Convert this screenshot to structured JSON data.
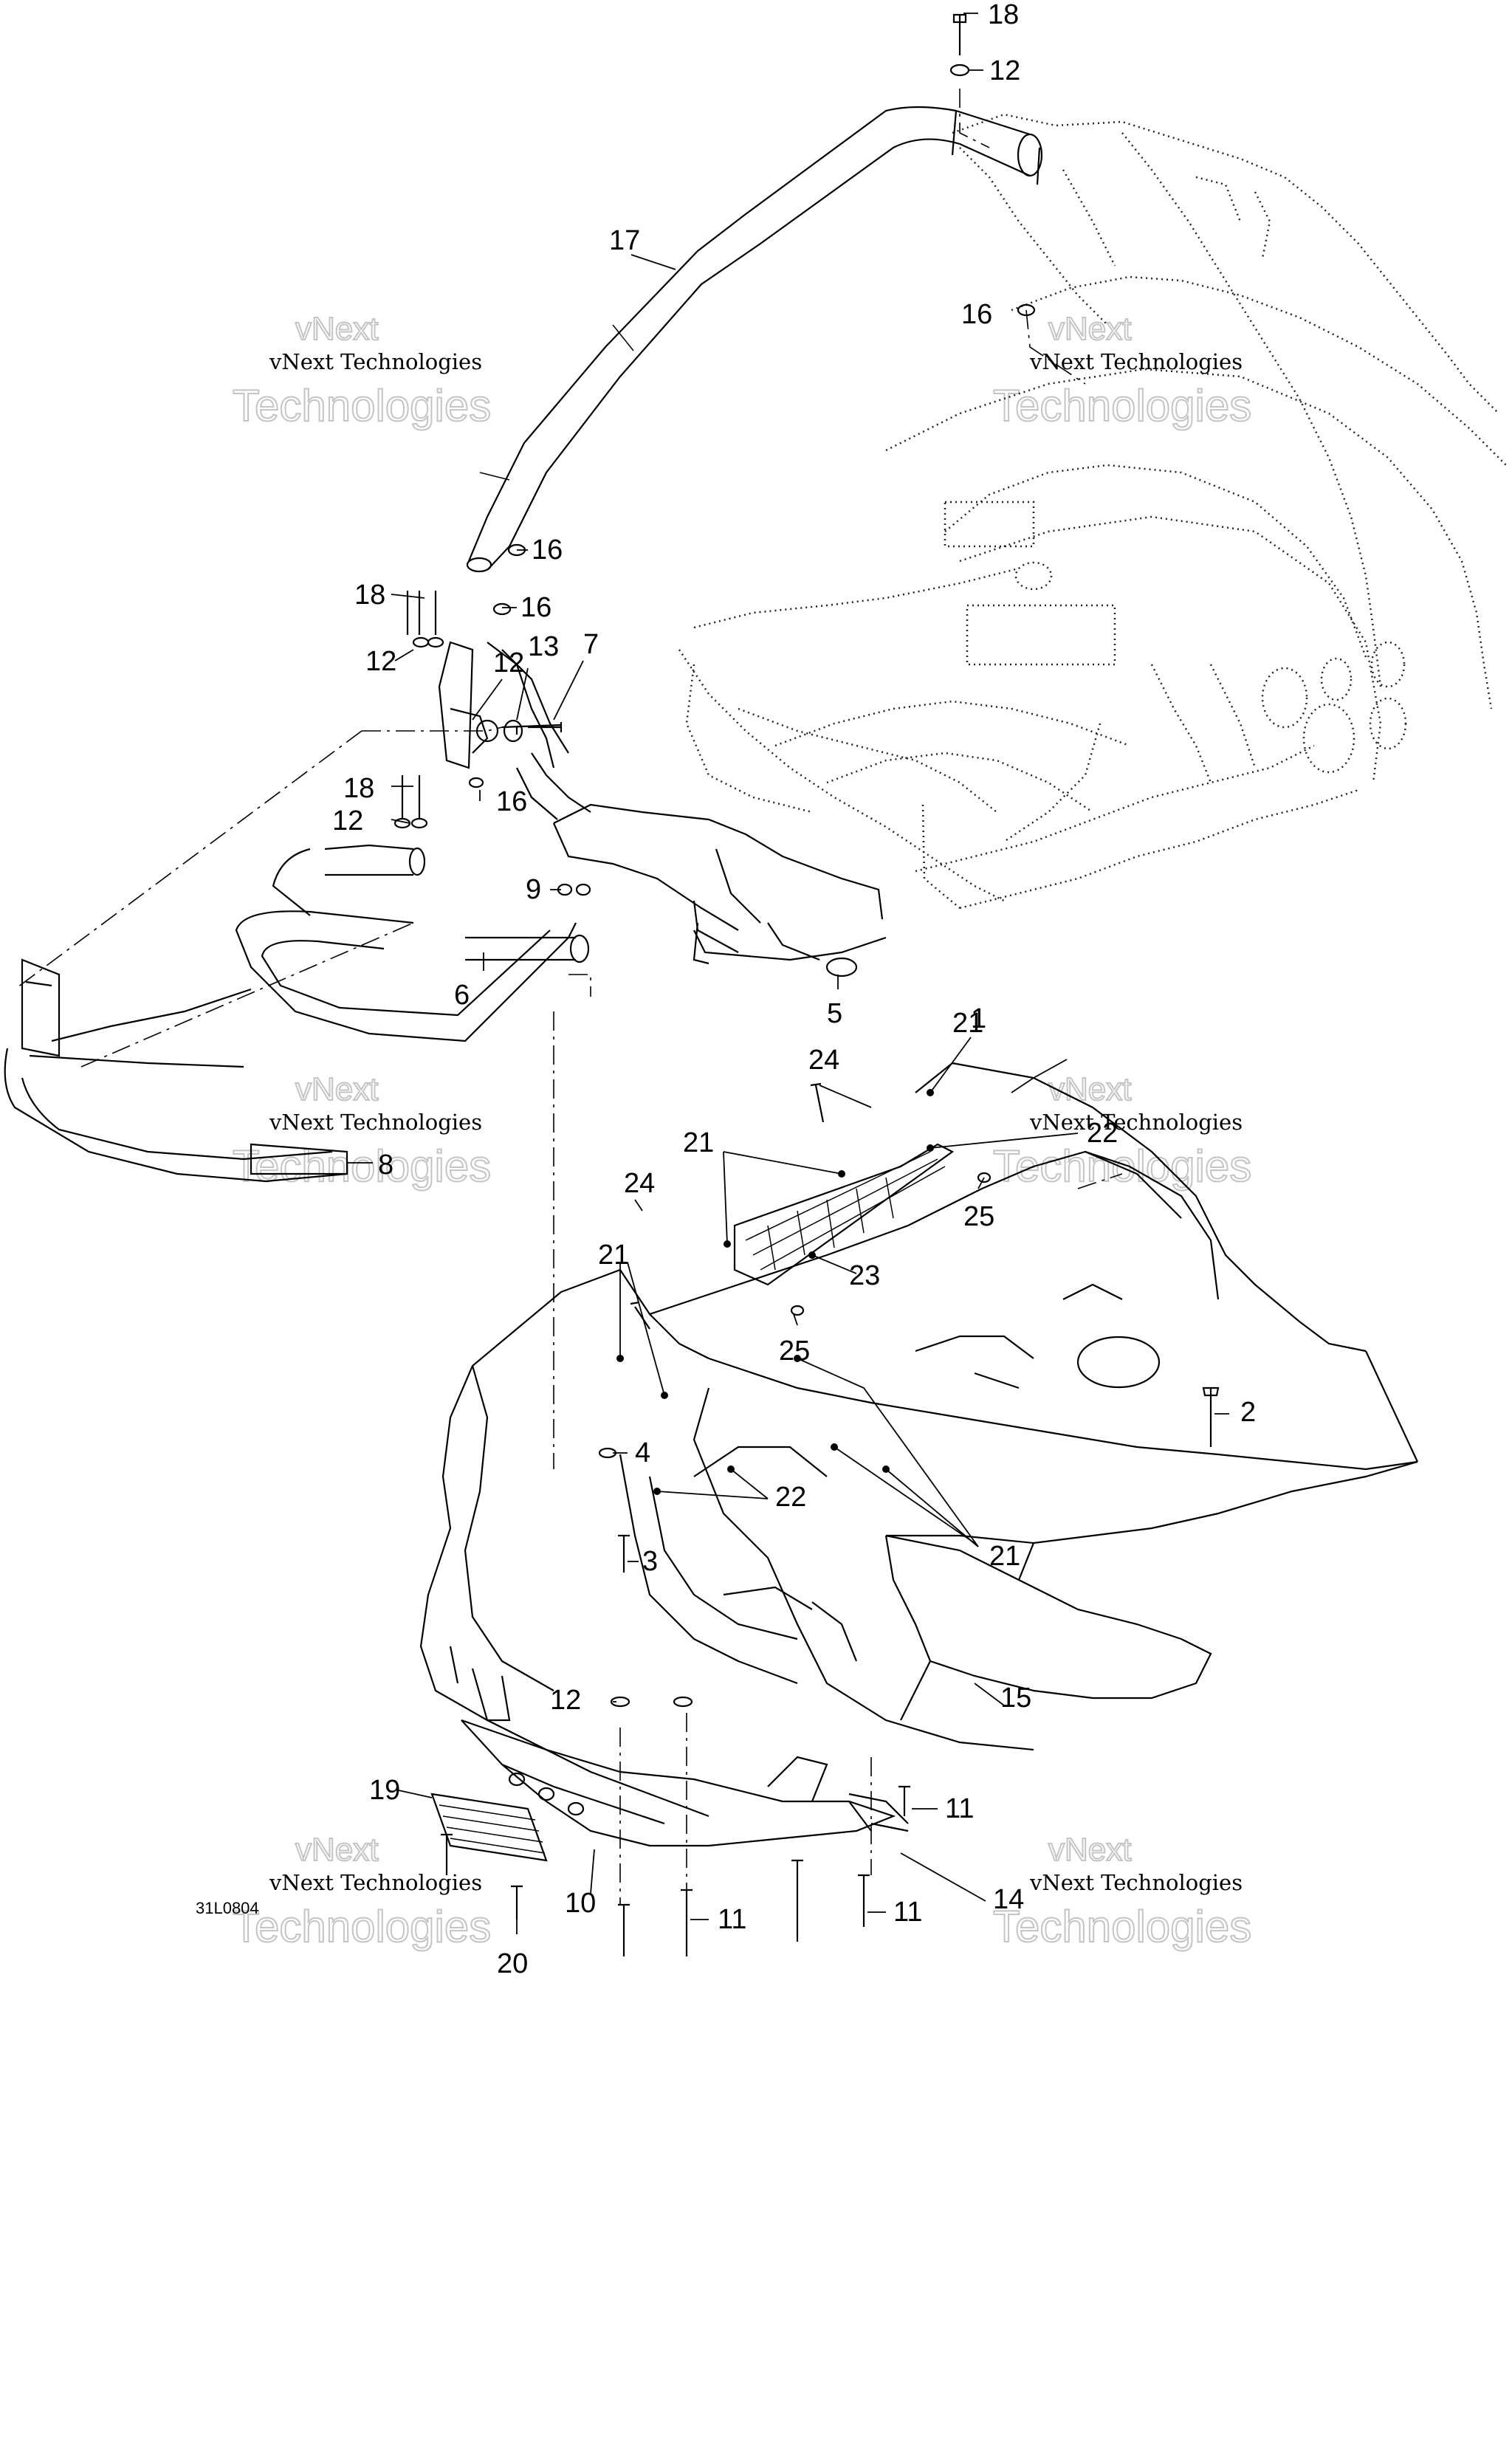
{
  "diagram": {
    "drawing_code": "31L0804",
    "watermark_small": "vNext Technologies",
    "watermark_big": "Technologies",
    "watermark_big_prefix": "vNext",
    "callouts": [
      {
        "id": "c18a",
        "label": "18"
      },
      {
        "id": "c12a",
        "label": "12"
      },
      {
        "id": "c17",
        "label": "17"
      },
      {
        "id": "c16a",
        "label": "16"
      },
      {
        "id": "c16b",
        "label": "16"
      },
      {
        "id": "c18b",
        "label": "18"
      },
      {
        "id": "c16c",
        "label": "16"
      },
      {
        "id": "c12b",
        "label": "12"
      },
      {
        "id": "c12c",
        "label": "12"
      },
      {
        "id": "c13",
        "label": "13"
      },
      {
        "id": "c7",
        "label": "7"
      },
      {
        "id": "c18c",
        "label": "18"
      },
      {
        "id": "c16d",
        "label": "16"
      },
      {
        "id": "c12d",
        "label": "12"
      },
      {
        "id": "c9",
        "label": "9"
      },
      {
        "id": "c6",
        "label": "6"
      },
      {
        "id": "c5",
        "label": "5"
      },
      {
        "id": "c8",
        "label": "8"
      },
      {
        "id": "c24a",
        "label": "24"
      },
      {
        "id": "c21a",
        "label": "21"
      },
      {
        "id": "c1",
        "label": "1"
      },
      {
        "id": "c22a",
        "label": "22"
      },
      {
        "id": "c21b",
        "label": "21"
      },
      {
        "id": "c25a",
        "label": "25"
      },
      {
        "id": "c24b",
        "label": "24"
      },
      {
        "id": "c23",
        "label": "23"
      },
      {
        "id": "c21c",
        "label": "21"
      },
      {
        "id": "c25b",
        "label": "25"
      },
      {
        "id": "c2",
        "label": "2"
      },
      {
        "id": "c4",
        "label": "4"
      },
      {
        "id": "c22b",
        "label": "22"
      },
      {
        "id": "c3",
        "label": "3"
      },
      {
        "id": "c21d",
        "label": "21"
      },
      {
        "id": "c15",
        "label": "15"
      },
      {
        "id": "c12e",
        "label": "12"
      },
      {
        "id": "c19",
        "label": "19"
      },
      {
        "id": "c11a",
        "label": "11"
      },
      {
        "id": "c14",
        "label": "14"
      },
      {
        "id": "c10",
        "label": "10"
      },
      {
        "id": "c11b",
        "label": "11"
      },
      {
        "id": "c11c",
        "label": "11"
      },
      {
        "id": "c20",
        "label": "20"
      }
    ]
  }
}
